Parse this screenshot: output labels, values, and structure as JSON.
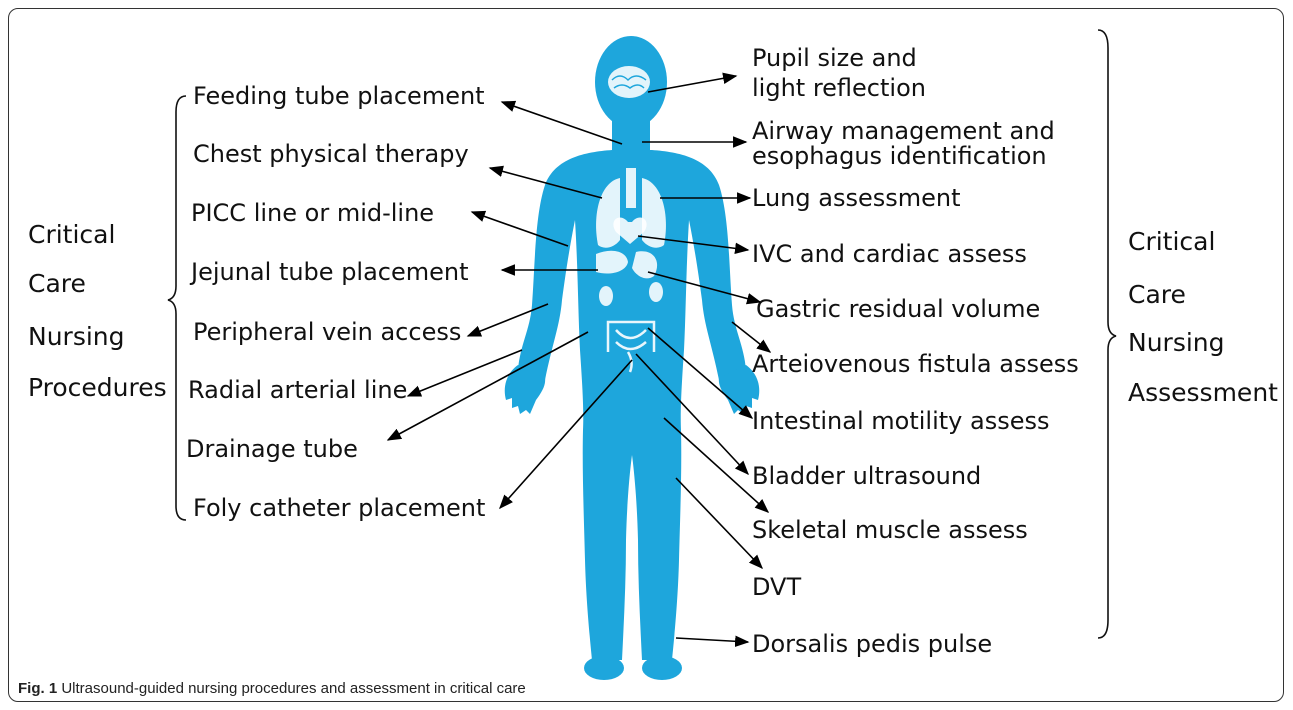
{
  "left_group": {
    "title_lines": [
      "Critical",
      "Care",
      "Nursing",
      "Procedures"
    ],
    "items": [
      "Feeding tube placement",
      "Chest physical therapy",
      "PICC line or mid-line",
      "Jejunal tube placement",
      "Peripheral vein access",
      "Radial arterial line",
      "Drainage tube",
      "Foly catheter placement"
    ]
  },
  "right_group": {
    "title_lines": [
      "Critical",
      "Care",
      "Nursing",
      "Assessment"
    ],
    "items": [
      [
        "Pupil size and",
        "light reflection"
      ],
      [
        "Airway management and",
        "esophagus identification"
      ],
      [
        "Lung assessment"
      ],
      [
        "IVC and cardiac assess"
      ],
      [
        "Gastric residual volume"
      ],
      [
        "Arteiovenous fistula assess"
      ],
      [
        "Intestinal motility assess"
      ],
      [
        "Bladder ultrasound"
      ],
      [
        "Skeletal muscle assess"
      ],
      [
        "DVT"
      ],
      [
        "Dorsalis pedis pulse"
      ]
    ]
  },
  "caption": {
    "label": "Fig. 1",
    "text": " Ultrasound-guided nursing procedures and assessment in critical care"
  },
  "colors": {
    "body": "#1ea6dc",
    "organs": "#ffffff",
    "arrows": "#000000"
  }
}
